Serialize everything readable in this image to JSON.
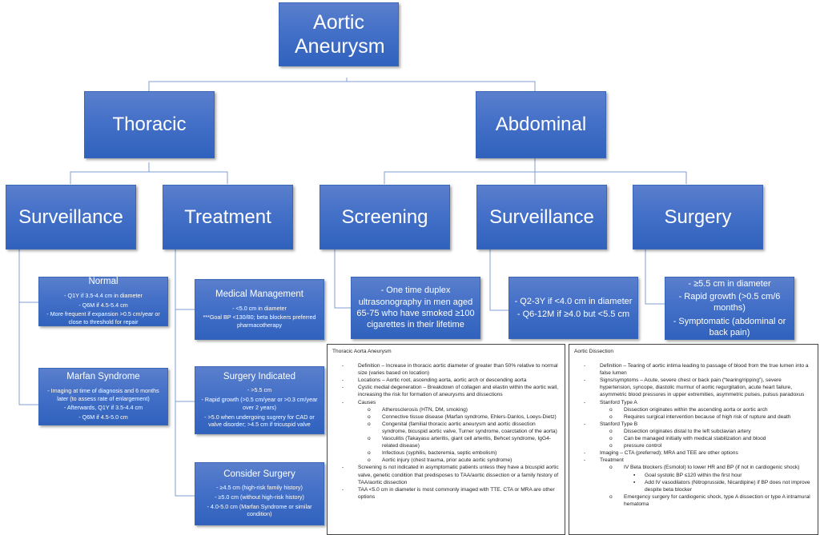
{
  "title": "Aortic Aneurysm",
  "branches": {
    "thoracic": {
      "label": "Thoracic",
      "surveillance": {
        "label": "Surveillance",
        "normal": {
          "title": "Normal",
          "lines": [
            "- Q1Y if 3.5-4.4 cm in diameter",
            "- Q6M if 4.5-5.4 cm",
            "- More frequent if expansion >0.5 cm/year or close to threshold for repair"
          ]
        },
        "marfan": {
          "title": "Marfan Syndrome",
          "lines": [
            "- Imaging at time of diagnosis and 6 months later (to assess rate of enlargement)",
            "- Afterwards, Q1Y if 3.5-4.4 cm",
            "- Q6M if 4.5-5.0 cm"
          ]
        }
      },
      "treatment": {
        "label": "Treatment",
        "medical": {
          "title": "Medical Management",
          "lines": [
            "- <5.0 cm in diameter",
            "***Goal BP <130/80; beta blockers preferred pharmacotherapy"
          ]
        },
        "surgery_indicated": {
          "title": "Surgery Indicated",
          "lines": [
            "- >5.5 cm",
            "- Rapid growth (>0.5 cm/year or >0.3 cm/year over 2 years)",
            "- >5.0 when undergoing sugrery for CAD or valve disorder; >4.5 cm if tricuspid valve"
          ]
        },
        "consider_surgery": {
          "title": "Consider Surgery",
          "lines": [
            "- ≥4.5 cm (high-risk family history)",
            "- ≥5.0 cm (without high-risk history)",
            "- 4.0-5.0 cm (Marfan Syndrome or similar condition)"
          ]
        }
      }
    },
    "abdominal": {
      "label": "Abdominal",
      "screening": {
        "label": "Screening",
        "lines": [
          "- One time duplex ultrasonography in men aged 65-75 who have smoked ≥100 cigarettes in their lifetime"
        ]
      },
      "surveillance": {
        "label": "Surveillance",
        "lines": [
          "- Q2-3Y if <4.0 cm in diameter",
          "- Q6-12M if ≥4.0 but <5.5 cm"
        ]
      },
      "surgery": {
        "label": "Surgery",
        "lines": [
          "- ≥5.5 cm in diameter",
          "- Rapid growth (>0.5 cm/6 months)",
          "- Symptomatic (abdominal or back pain)"
        ]
      }
    }
  },
  "notes": {
    "taa": {
      "title": "Thoracic Aorta Aneurysm",
      "items": [
        {
          "level": 1,
          "text": "Definition – Increase in thoracic aortic diameter of greater than 50% relative to normal size (varies based on location)"
        },
        {
          "level": 1,
          "text": "Locations – Aortic root, ascending aorta, aortic arch or descending aorta"
        },
        {
          "level": 1,
          "text": "Cystic medial degeneration – Breakdown of collagen and elastin within the aortic wall, increasing the risk for formation of aneurysms and dissections"
        },
        {
          "level": 1,
          "text": "Causes"
        },
        {
          "level": 2,
          "text": "Atherosclerosis (HTN, DM, smoking)"
        },
        {
          "level": 2,
          "text": "Connective tissue disease (Marfan syndrome, Ehlers-Danlos, Loeys-Dietz)"
        },
        {
          "level": 2,
          "text": "Congenital (familial thoracic aortic aneurysm and aortic dissection syndrome, bicuspid aortic valve, Turner syndrome, coarctation of the aorta)"
        },
        {
          "level": 2,
          "text": "Vasculitis (Takayasu arteritis, giant cell arteritis, Behcet syndrome, IgG4-related disease)"
        },
        {
          "level": 2,
          "text": "Infectious (syphilis, bacteremia, septic embolism)"
        },
        {
          "level": 2,
          "text": "Aortic injury (chest trauma, prior acute aortic syndrome)"
        },
        {
          "level": 1,
          "text": "Screening is not indicated in asymptomatic patients unless they have a bicuspid aortic valve, genetic condition that predisposes to TAA/aortic dissection or a family history of TAA/aortic dissection"
        },
        {
          "level": 1,
          "text": "TAA <5.0 cm in diameter is most commonly imaged with TTE. CTA or MRA are other options"
        }
      ]
    },
    "dissection": {
      "title": "Aortic Dissection",
      "items": [
        {
          "level": 1,
          "text": "Definition – Tearing of aortic intima leading to passage of blood from the true lumen into a false lumen"
        },
        {
          "level": 1,
          "text": "Signs/symptoms – Acute, severe chest or back pain (“tearing/ripping”), severe hypertension, syncope, diastolic murmur of aortic regurgitation, acute heart failure, asymmetric blood pressures in upper extremities, asymmetric pulses, pulsus paradoxus"
        },
        {
          "level": 1,
          "text": "Stanford Type A"
        },
        {
          "level": 2,
          "text": "Dissection originates within the ascending aorta or aortic arch"
        },
        {
          "level": 2,
          "text": "Requires surgical intervention because of high risk of rupture and death"
        },
        {
          "level": 1,
          "text": "Stanford Type B"
        },
        {
          "level": 2,
          "text": "Dissection originates distal to the left subclavian artery"
        },
        {
          "level": 2,
          "text": "Can be managed initially with medical stabilization and blood"
        },
        {
          "level": 2,
          "text": "pressure control"
        },
        {
          "level": 1,
          "text": "Imaging – CTA (preferred); MRA and TEE are other options"
        },
        {
          "level": 1,
          "text": "Treatment"
        },
        {
          "level": 2,
          "text": "IV Beta blockers (Esmolol) to lower HR and BP (if not in cardiogenic shock)"
        },
        {
          "level": 3,
          "text": "Goal systolic BP ≤120 within the first hour"
        },
        {
          "level": 3,
          "text": "Add IV vasodilators (Nitroprusside, Nicardipine) if BP does not improve despite beta blocker"
        },
        {
          "level": 2,
          "text": "Emergency surgery for cardiogenic shock, type A dissection or type A intramural hematoma"
        }
      ]
    }
  },
  "colors": {
    "node": "#4470c8",
    "connector": "#7f9fd4",
    "doc_border": "#444444"
  }
}
